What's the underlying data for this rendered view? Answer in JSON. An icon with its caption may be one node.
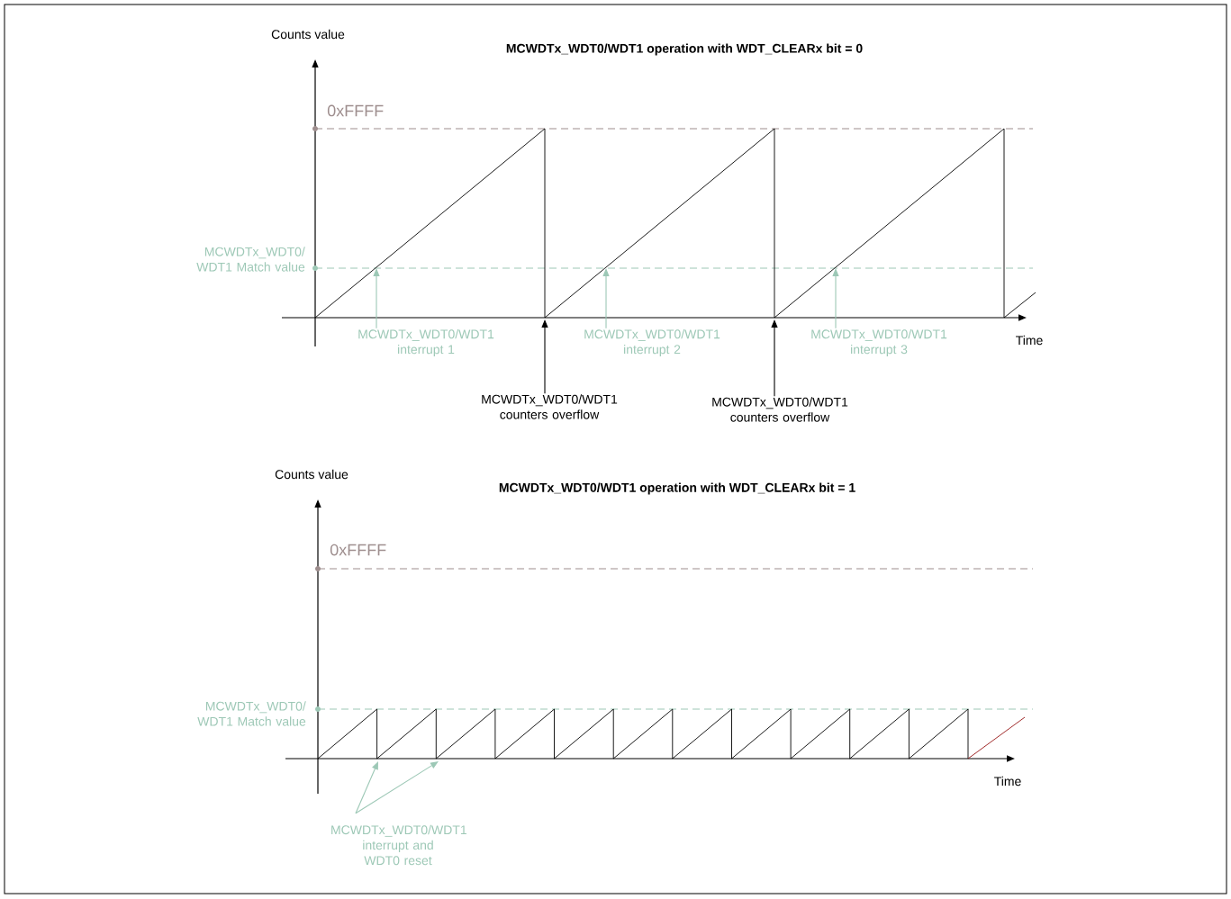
{
  "diagram": {
    "nodes": [
      {
        "text": [
          "MCWDTx_WDT0/WDT1 interrupt 1"
        ]
      },
      {
        "text": [
          "MCWDTx_WDT0/WDT1 interrupt 2"
        ]
      },
      {
        "text": [
          "MCWDTx_WDT0/WDT1 interrupt 3"
        ]
      },
      {
        "text": [
          "MCWDTx_WDT0/WDT1 counters overflow"
        ]
      },
      {
        "text": [
          "MCWDTx_WDT0/WDT1 counters overflow"
        ]
      },
      {
        "text": [
          "MCWDTx_WDT0/WDT1 interrupt and WDT0 reset"
        ]
      }
    ],
    "edges": [
      {
        "from": 0,
        "to": null,
        "arrow": "to"
      },
      {
        "from": 1,
        "to": null,
        "arrow": "to"
      },
      {
        "from": 2,
        "to": null,
        "arrow": "to"
      },
      {
        "from": 3,
        "to": null,
        "arrow": "to",
        "color": "#000000"
      },
      {
        "from": 4,
        "to": null,
        "arrow": "to",
        "color": "#000000"
      },
      {
        "from": 5,
        "to": null,
        "arrow": "to"
      },
      {
        "from": 5,
        "to": null,
        "arrow": "to"
      }
    ],
    "labels": [
      "Counts value",
      "MCWDTx_WDT0/WDT1 operation with WDT_CLEARx bit = 0",
      "0xFFFF",
      "MCWDTx_WDT0/ WDT1 Match value",
      "Time",
      "Counts value",
      "MCWDTx_WDT0/WDT1 operation with WDT_CLEARx bit = 1",
      "0xFFFF",
      "MCWDTx_WDT0/ WDT1 Match value",
      "Time"
    ]
  }
}
